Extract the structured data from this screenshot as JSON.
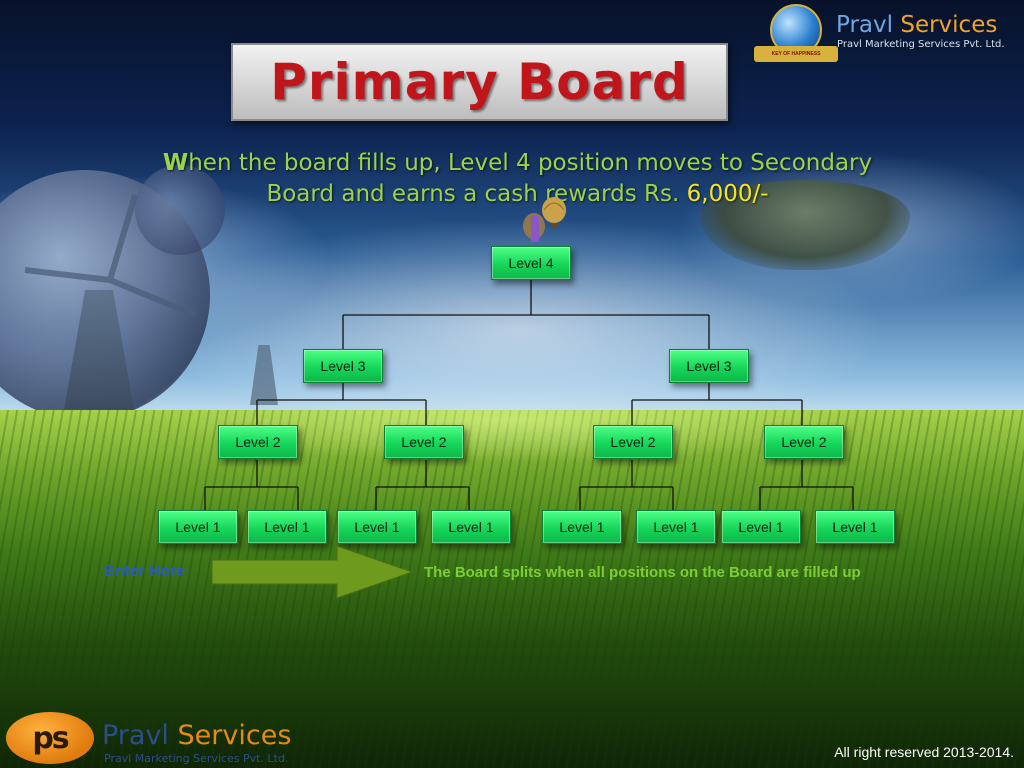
{
  "title": "Primary Board",
  "description": {
    "first_letter": "W",
    "text": "hen the board fills up, Level 4 position moves to Secondary Board and earns a cash rewards Rs. ",
    "amount": "6,000/-"
  },
  "brand_top": {
    "name_part1": "Pravl",
    "name_part2": "Services",
    "subtitle": "Pravl Marketing Services Pvt. Ltd.",
    "ribbon": "KEY OF HAPPINESS"
  },
  "brand_bottom": {
    "badge": "ps",
    "name_part1": "Pravl",
    "name_part2": "Services",
    "subtitle": "Pravl Marketing Services Pvt. Ltd."
  },
  "tree": {
    "level4": "Level 4",
    "level3": [
      "Level 3",
      "Level 3"
    ],
    "level2": [
      "Level 2",
      "Level 2",
      "Level 2",
      "Level 2"
    ],
    "level1": [
      "Level 1",
      "Level 1",
      "Level 1",
      "Level 1",
      "Level 1",
      "Level 1",
      "Level 1",
      "Level 1"
    ]
  },
  "enter_here": "Enter Here",
  "split_note": "The Board splits when all positions on the  Board are filled up",
  "copyright": "All right reserved 2013-2014.",
  "colors": {
    "title": "#c0161b",
    "description": "#9bd34a",
    "amount": "#f6e61a",
    "node": "#16d65a",
    "arrow": "#6e9a1e",
    "enter_here": "#2a58c9",
    "split_note": "#7bcf35"
  }
}
